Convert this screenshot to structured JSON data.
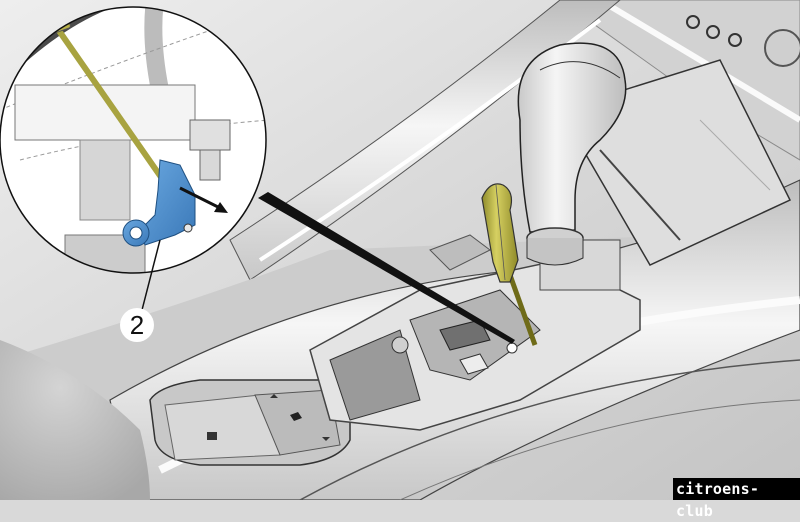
{
  "diagram": {
    "subject": "Gear selector console with screwdriver releasing shift lock",
    "callouts": [
      {
        "number": "2",
        "target": "blue-release-bracket"
      }
    ],
    "detail_view": {
      "shape": "circle",
      "content": "shift-lock-release-bracket"
    },
    "tool": "screwdriver",
    "colors": {
      "background": "#d9d9d9",
      "bracket_blue": "#4a8fd0",
      "screwdriver_olive": "#b8b040",
      "outline": "#1a1a1a",
      "detail_background": "#ffffff"
    }
  },
  "watermark": {
    "text": "citroens-club"
  }
}
